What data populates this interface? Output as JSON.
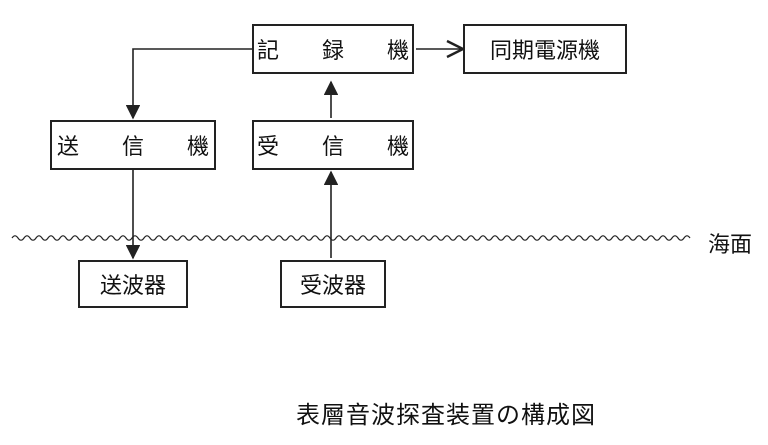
{
  "boxes": {
    "recorder": "記 録 機",
    "sync_power": "同期電源機",
    "transmitter": "送 信 機",
    "receiver": "受 信 機",
    "tx_transducer": "送波器",
    "rx_transducer": "受波器"
  },
  "sea_surface_label": "海面",
  "caption": "表層音波探査装置の構成図"
}
